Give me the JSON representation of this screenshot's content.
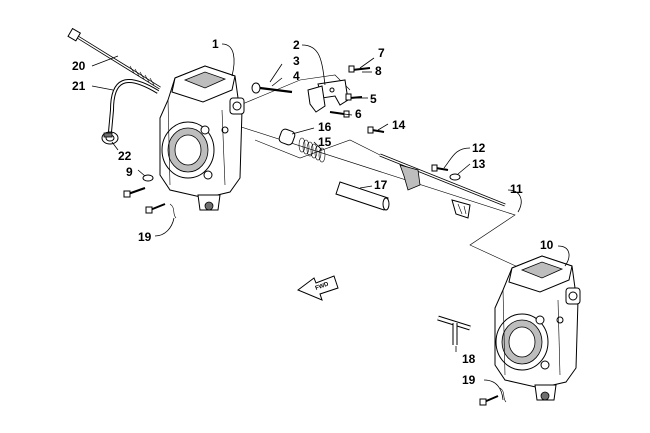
{
  "callouts": [
    {
      "id": "1",
      "text": "1"
    },
    {
      "id": "2",
      "text": "2"
    },
    {
      "id": "3",
      "text": "3"
    },
    {
      "id": "4",
      "text": "4"
    },
    {
      "id": "5",
      "text": "5"
    },
    {
      "id": "6",
      "text": "6"
    },
    {
      "id": "7",
      "text": "7"
    },
    {
      "id": "8",
      "text": "8"
    },
    {
      "id": "9",
      "text": "9"
    },
    {
      "id": "10",
      "text": "10"
    },
    {
      "id": "11",
      "text": "11"
    },
    {
      "id": "12",
      "text": "12"
    },
    {
      "id": "13",
      "text": "13"
    },
    {
      "id": "14",
      "text": "14"
    },
    {
      "id": "15",
      "text": "15"
    },
    {
      "id": "16",
      "text": "16"
    },
    {
      "id": "17",
      "text": "17"
    },
    {
      "id": "18",
      "text": "18"
    },
    {
      "id": "19a",
      "text": "19"
    },
    {
      "id": "19b",
      "text": "19"
    },
    {
      "id": "20",
      "text": "20"
    },
    {
      "id": "21",
      "text": "21"
    },
    {
      "id": "22",
      "text": "22"
    }
  ],
  "direction_arrow": {
    "label": "FWD"
  },
  "colors": {
    "line": "#000000",
    "fill": "#ffffff",
    "shade": "#bdbdbd"
  }
}
